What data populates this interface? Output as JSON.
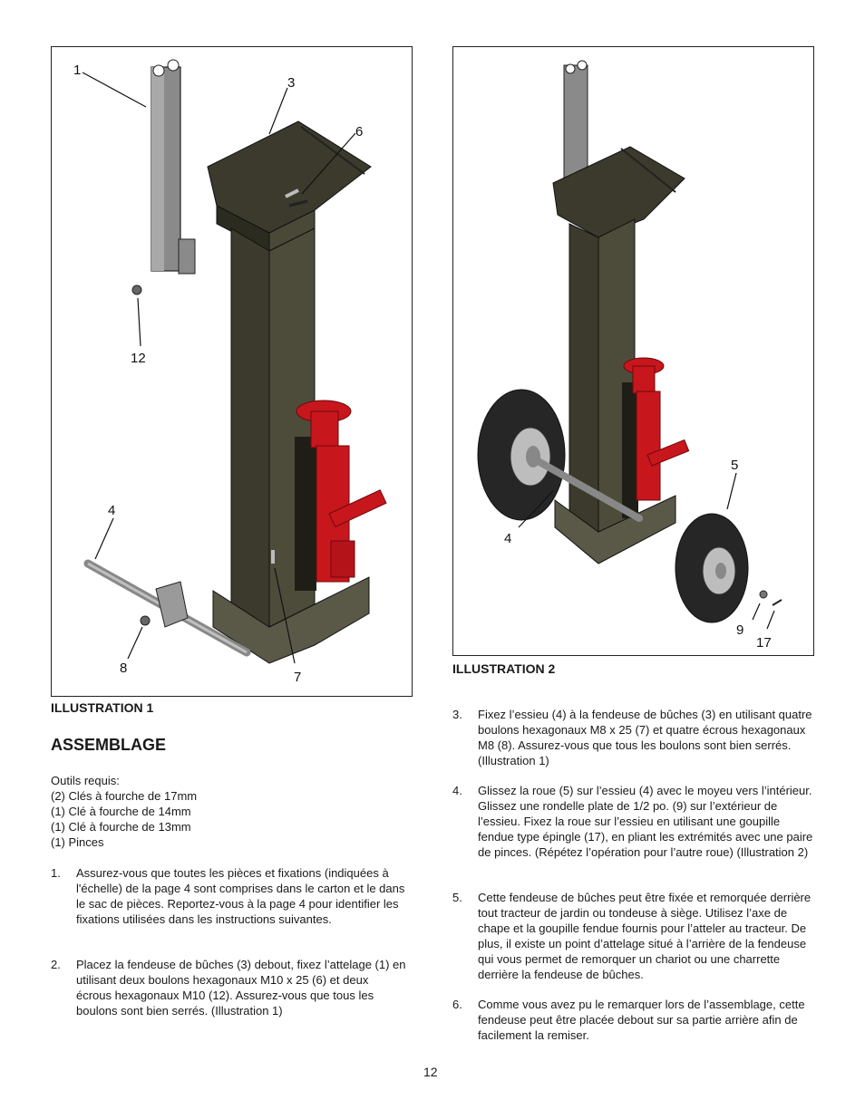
{
  "illustration1": {
    "caption": "ILLUSTRATION 1",
    "callouts": [
      "1",
      "3",
      "6",
      "12",
      "4",
      "8",
      "7"
    ]
  },
  "illustration2": {
    "caption": "ILLUSTRATION 2",
    "callouts": [
      "5",
      "4",
      "9",
      "17"
    ]
  },
  "section_title": "ASSEMBLAGE",
  "tools": {
    "heading": "Outils requis:",
    "items": [
      "(2) Clés à fourche de 17mm",
      "(1) Clé à fourche de 14mm",
      "(1) Clé à fourche de 13mm",
      "(1) Pinces"
    ]
  },
  "steps": [
    {
      "num": "1.",
      "text": "Assurez-vous que toutes les pièces et fixations (indiquées à l'échelle) de la page 4 sont comprises dans le carton et le dans le sac de pièces. Reportez-vous à la page 4 pour identifier les fixations utilisées dans les instructions suivantes."
    },
    {
      "num": "2.",
      "text": "Placez la fendeuse de bûches (3) debout, fixez l’attelage (1) en utilisant deux boulons hexagonaux M10 x 25 (6) et deux écrous hexagonaux M10 (12). Assurez-vous que tous les boulons sont bien serrés. (Illustration 1)"
    },
    {
      "num": "3.",
      "text": "Fixez l’essieu (4) à la fendeuse de bûches (3) en utilisant quatre boulons hexagonaux M8 x 25 (7) et quatre écrous hexagonaux M8 (8). Assurez-vous que tous les boulons sont bien serrés. (Illustration 1)"
    },
    {
      "num": "4.",
      "text": "Glissez la roue (5) sur l’essieu (4) avec le moyeu vers l’intérieur. Glissez une rondelle plate de 1/2 po. (9) sur l’extérieur de l’essieu. Fixez la roue sur l’essieu en utilisant une goupille fendue type épingle (17), en pliant les extrémités avec une paire de pinces. (Répétez l’opération pour l’autre roue) (Illustration 2)"
    },
    {
      "num": "5.",
      "text": "Cette fendeuse de bûches peut être fixée et remorquée derrière tout tracteur de jardin ou tondeuse à siège. Utilisez l’axe de chape et la goupille fendue fournis pour l’atteler au tracteur. De plus, il existe un point d’attelage situé à l’arrière de la fendeuse qui vous permet de remorquer un chariot ou une charrette derrière la fendeuse de bûches."
    },
    {
      "num": "6.",
      "text": "Comme vous avez pu le remarquer lors de l’assemblage, cette fendeuse peut être placée debout sur sa partie arrière afin de facilement la remiser."
    }
  ],
  "page_number": "12",
  "colors": {
    "frame_dark": "#3b3a2c",
    "jack_red": "#c8161d",
    "hitch_gray": "#8a8a8a"
  }
}
